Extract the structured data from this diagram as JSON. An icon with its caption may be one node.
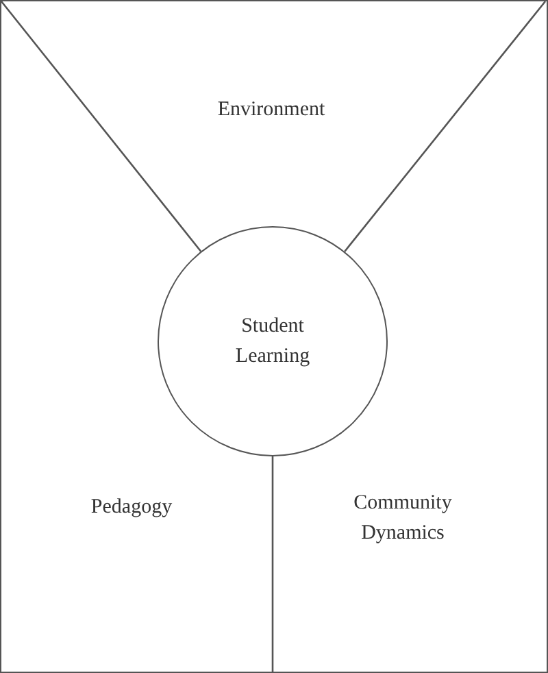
{
  "diagram": {
    "nodes": [
      {
        "text": [],
        "shape": "box"
      },
      {
        "text": [
          "Student Learning"
        ],
        "in": 0
      }
    ],
    "labels": [
      "Environment",
      "Pedagogy",
      "Community Dynamics"
    ]
  }
}
